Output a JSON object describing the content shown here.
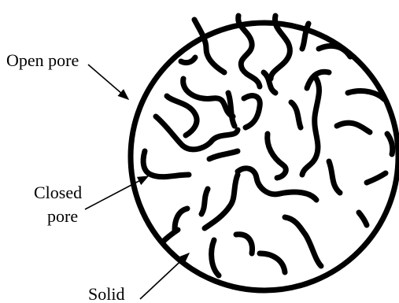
{
  "labels": {
    "open_pore": "Open pore",
    "closed_pore_line1": "Closed",
    "closed_pore_line2": "pore",
    "solid": "Solid"
  },
  "colors": {
    "ink": "#000000",
    "background": "#ffffff"
  }
}
